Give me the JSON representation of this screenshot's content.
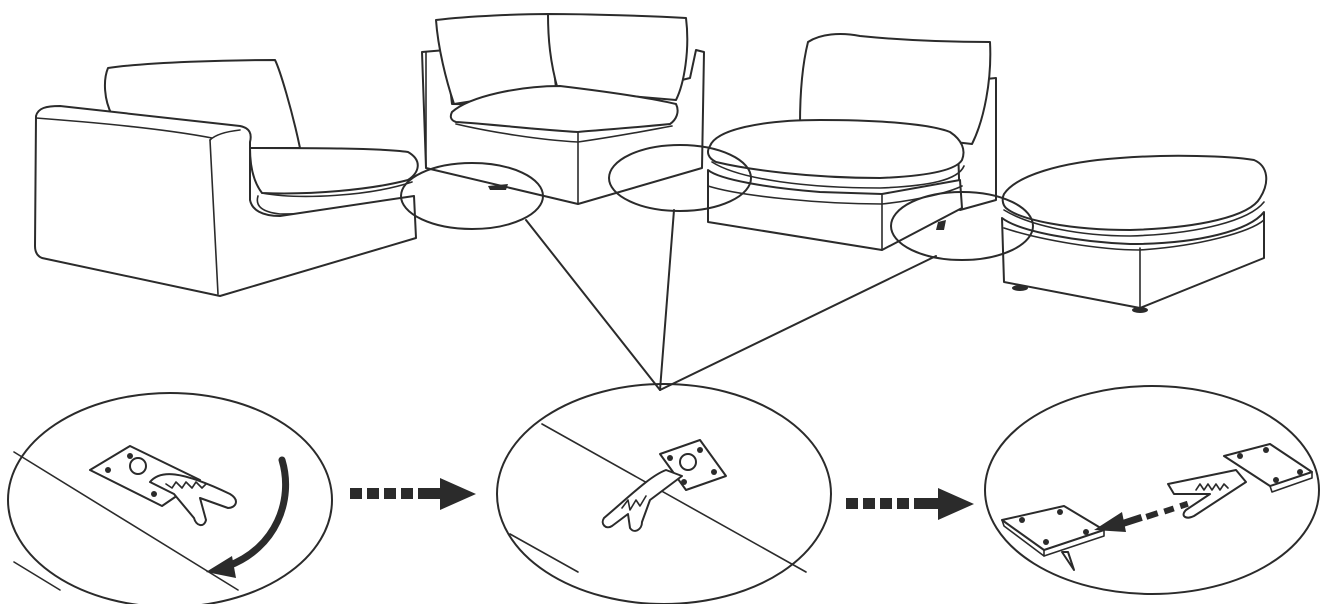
{
  "diagram": {
    "type": "assembly-instruction",
    "stroke_color": "#2b2b2b",
    "background_color": "#ffffff",
    "modules": [
      "arm-chair-module",
      "corner-module",
      "armless-module",
      "ottoman-module"
    ],
    "detail_steps": [
      {
        "icon": "clip-rotate-step",
        "arrow": "curved-rotate-arrow-icon"
      },
      {
        "icon": "clip-upright-step",
        "arrow": null
      },
      {
        "icon": "clip-connect-step",
        "arrow": "dashed-insert-arrow-icon"
      }
    ],
    "step_arrows": [
      "dashed-right-arrow-icon",
      "dashed-right-arrow-icon"
    ]
  }
}
